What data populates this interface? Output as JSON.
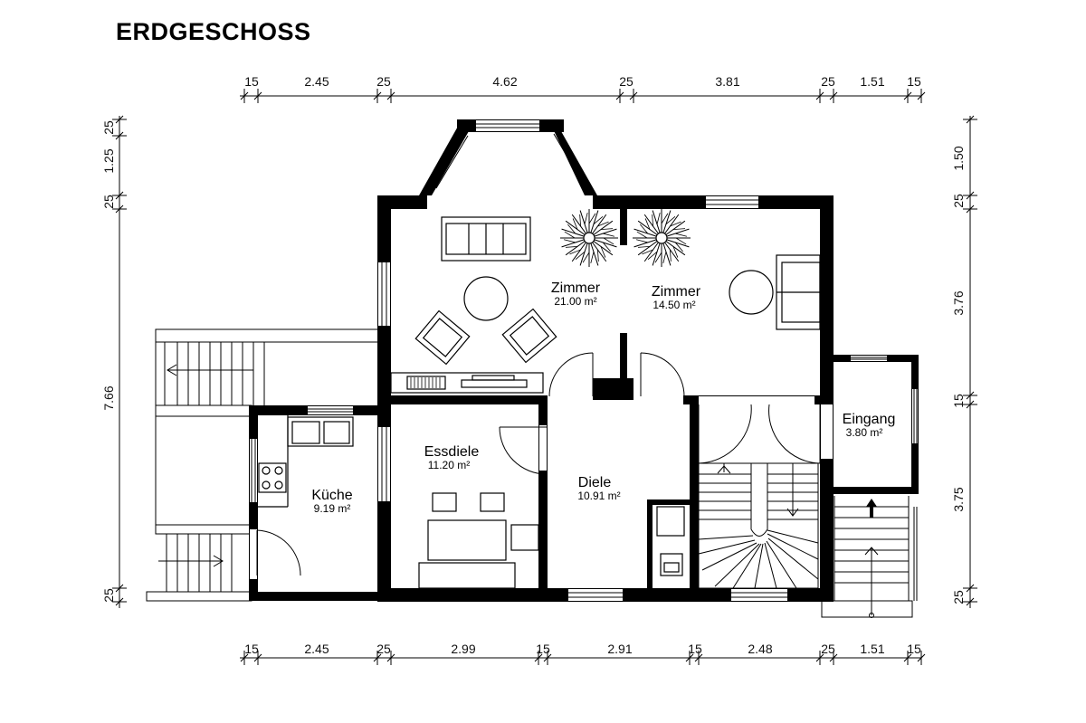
{
  "title": "ERDGESCHOSS",
  "dims": {
    "top": [
      "15",
      "2.45",
      "25",
      "4.62",
      "25",
      "3.81",
      "25",
      "1.51",
      "15"
    ],
    "bottom": [
      "15",
      "2.45",
      "25",
      "2.99",
      "15",
      "2.91",
      "15",
      "2.48",
      "25",
      "1.51",
      "15"
    ],
    "left": [
      "25",
      "1.25",
      "25",
      "7.66",
      "25"
    ],
    "right": [
      "1.50",
      "25",
      "3.76",
      "15",
      "3.75",
      "25"
    ]
  },
  "rooms": [
    {
      "name": "Zimmer",
      "area": "21.00 m²"
    },
    {
      "name": "Zimmer",
      "area": "14.50 m²"
    },
    {
      "name": "Eingang",
      "area": "3.80 m²"
    },
    {
      "name": "Essdiele",
      "area": "11.20 m²"
    },
    {
      "name": "Diele",
      "area": "10.91 m²"
    },
    {
      "name": "Küche",
      "area": "9.19 m²"
    }
  ]
}
